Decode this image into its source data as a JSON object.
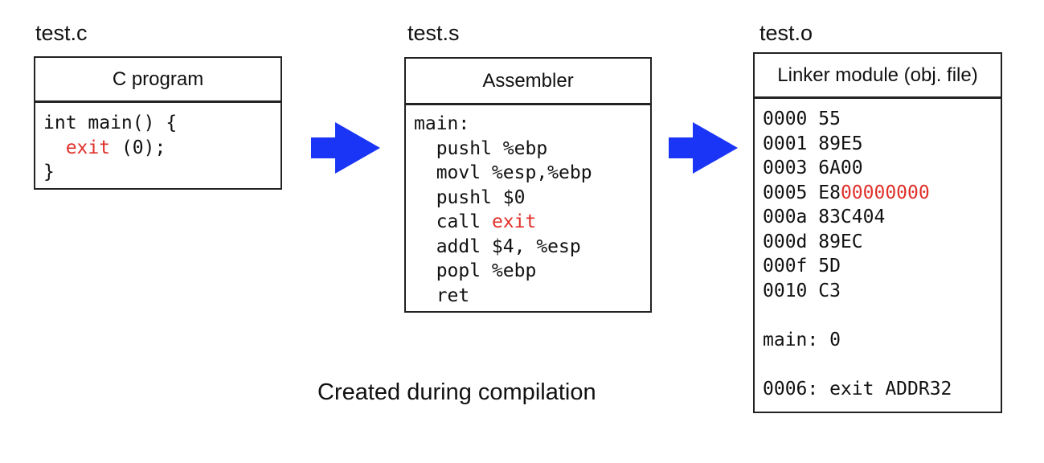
{
  "panels": [
    {
      "file_name": "test.c",
      "header": "C program",
      "lines": [
        {
          "pre": "int main() {",
          "hl": "",
          "post": ""
        },
        {
          "pre": "  ",
          "hl": "exit",
          "post": " (0);"
        },
        {
          "pre": "}",
          "hl": "",
          "post": ""
        }
      ]
    },
    {
      "file_name": "test.s",
      "header": "Assembler",
      "lines": [
        {
          "pre": "main:",
          "hl": "",
          "post": ""
        },
        {
          "pre": "  pushl %ebp",
          "hl": "",
          "post": ""
        },
        {
          "pre": "  movl %esp,%ebp",
          "hl": "",
          "post": ""
        },
        {
          "pre": "  pushl $0",
          "hl": "",
          "post": ""
        },
        {
          "pre": "  call ",
          "hl": "exit",
          "post": ""
        },
        {
          "pre": "  addl $4, %esp",
          "hl": "",
          "post": ""
        },
        {
          "pre": "  popl %ebp",
          "hl": "",
          "post": ""
        },
        {
          "pre": "  ret",
          "hl": "",
          "post": ""
        }
      ]
    },
    {
      "file_name": "test.o",
      "header": "Linker module (obj. file)",
      "lines": [
        {
          "pre": "0000 55",
          "hl": "",
          "post": ""
        },
        {
          "pre": "0001 89E5",
          "hl": "",
          "post": ""
        },
        {
          "pre": "0003 6A00",
          "hl": "",
          "post": ""
        },
        {
          "pre": "0005 E8",
          "hl": "00000000",
          "post": ""
        },
        {
          "pre": "000a 83C404",
          "hl": "",
          "post": ""
        },
        {
          "pre": "000d 89EC",
          "hl": "",
          "post": ""
        },
        {
          "pre": "000f 5D",
          "hl": "",
          "post": ""
        },
        {
          "pre": "0010 C3",
          "hl": "",
          "post": ""
        },
        {
          "pre": " ",
          "hl": "",
          "post": ""
        },
        {
          "pre": "main: 0",
          "hl": "",
          "post": ""
        },
        {
          "pre": " ",
          "hl": "",
          "post": ""
        },
        {
          "pre": "0006: exit ADDR32",
          "hl": "",
          "post": ""
        }
      ]
    }
  ],
  "caption": "Created during compilation",
  "colors": {
    "arrow": "#1a35f5",
    "highlight": "#e0302a",
    "border": "#222222"
  }
}
